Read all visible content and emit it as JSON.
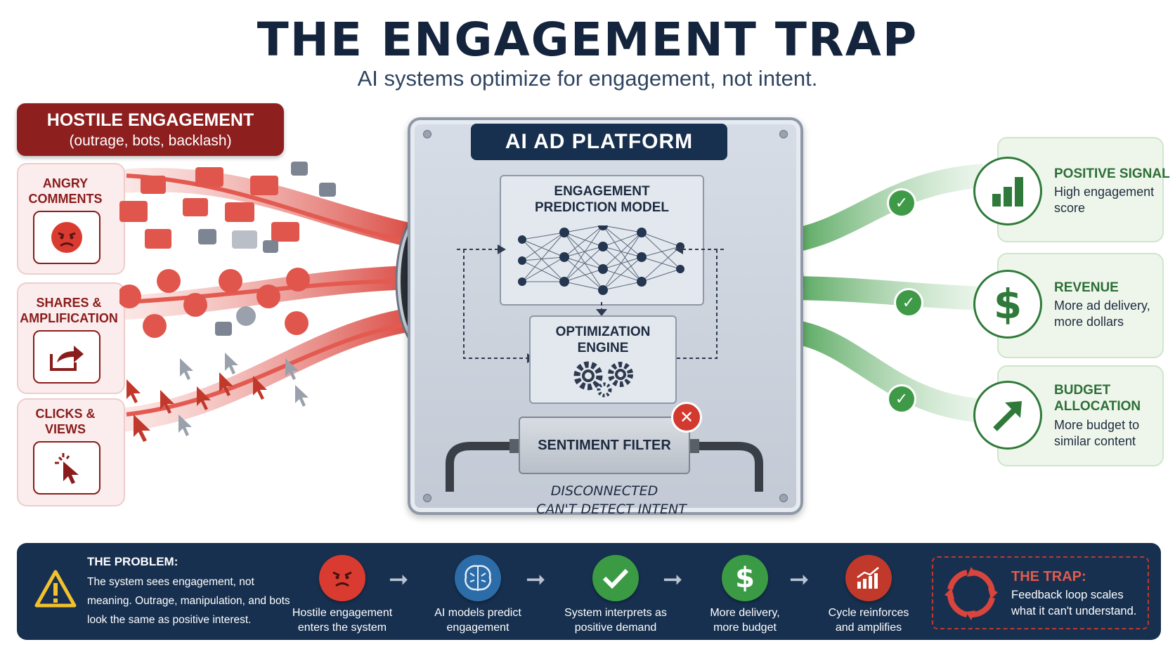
{
  "header": {
    "title": "THE ENGAGEMENT TRAP",
    "subtitle": "AI systems optimize for engagement, not intent."
  },
  "left": {
    "title": "HOSTILE ENGAGEMENT",
    "subtitle": "(outrage, bots, backlash)",
    "cards": [
      {
        "label": "ANGRY\nCOMMENTS",
        "icon": "angry-face-icon"
      },
      {
        "label": "SHARES &\nAMPLIFICATION",
        "icon": "share-icon"
      },
      {
        "label": "CLICKS &\nVIEWS",
        "icon": "cursor-click-icon"
      }
    ],
    "flow_color": "#d9453d"
  },
  "platform": {
    "title": "AI AD PLATFORM",
    "model": "ENGAGEMENT\nPREDICTION MODEL",
    "engine": "OPTIMIZATION\nENGINE",
    "filter": "SENTIMENT FILTER",
    "filter_note_1": "DISCONNECTED",
    "filter_note_2": "CAN'T DETECT INTENT"
  },
  "right": {
    "flow_color": "#3f9a48",
    "cards": [
      {
        "title": "POSITIVE SIGNAL",
        "text": "High engagement\nscore",
        "icon": "bar-chart-icon"
      },
      {
        "title": "REVENUE",
        "text": "More ad delivery,\nmore dollars",
        "icon": "dollar-icon"
      },
      {
        "title": "BUDGET\nALLOCATION",
        "text": "More budget to\nsimilar content",
        "icon": "arrow-up-right-icon"
      }
    ]
  },
  "banner": {
    "problem_title": "THE PROBLEM:",
    "problem_text": "The system sees engagement, not meaning. Outrage, manipulation, and bots look the same as positive interest.",
    "steps": [
      {
        "label": "Hostile engagement\nenters the system",
        "icon": "angry-face-icon",
        "color": "#d93b30"
      },
      {
        "label": "AI models predict\nengagement",
        "icon": "brain-icon",
        "color": "#2c6ca8"
      },
      {
        "label": "System interprets as\npositive demand",
        "icon": "check-icon",
        "color": "#3b9a44"
      },
      {
        "label": "More delivery,\nmore budget",
        "icon": "dollar-icon",
        "color": "#3b9a44"
      },
      {
        "label": "Cycle reinforces\nand amplifies",
        "icon": "trend-chart-icon",
        "color": "#c0392b"
      }
    ],
    "trap_title": "THE TRAP:",
    "trap_text": "Feedback loop scales what it can't understand."
  }
}
